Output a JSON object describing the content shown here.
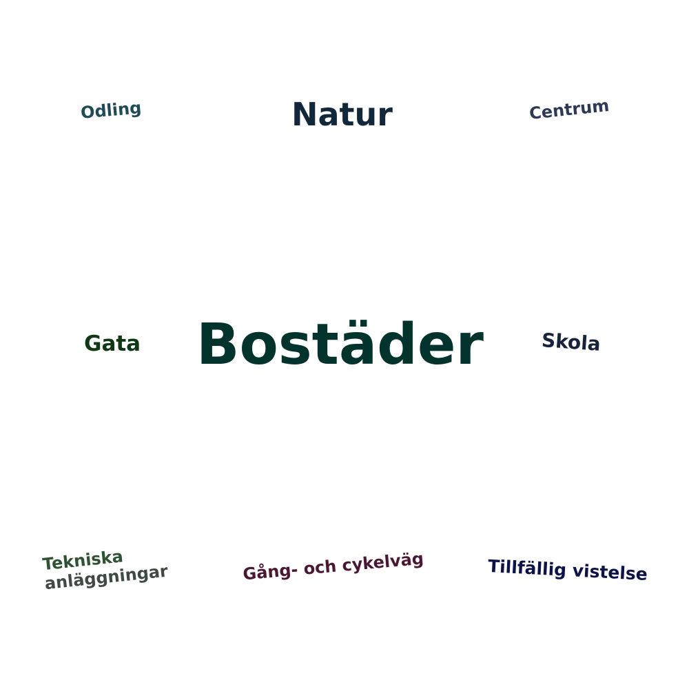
{
  "words": [
    {
      "text": "Odling",
      "color": "#1f4a57"
    },
    {
      "text": "Natur",
      "color": "#12273a"
    },
    {
      "text": "Centrum",
      "color": "#2e3a55"
    },
    {
      "text": "Gata",
      "color": "#103814"
    },
    {
      "text": "Bostäder",
      "color": "#03332d"
    },
    {
      "text": "Skola",
      "color": "#18233a"
    },
    {
      "text": "Tekniska",
      "color": "#2f5232",
      "line2": "anläggningar",
      "line2_color": "#3f4a45"
    },
    {
      "text": "Gång- och cykelväg",
      "color": "#4a1834"
    },
    {
      "text": "Tillfällig vistelse",
      "color": "#0d1248"
    }
  ]
}
